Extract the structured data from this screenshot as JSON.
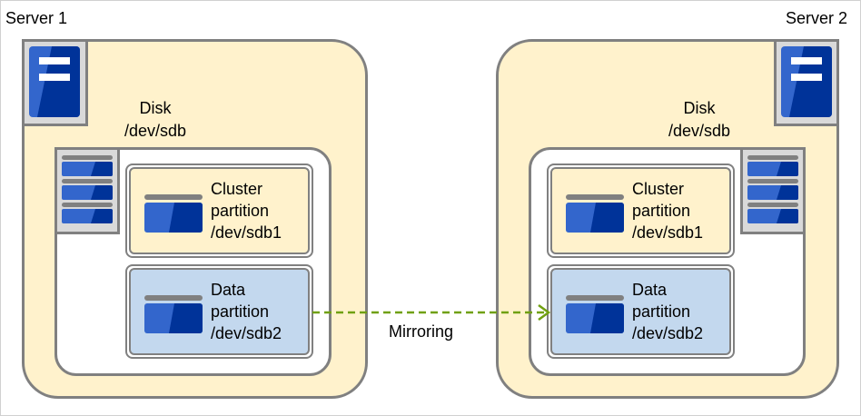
{
  "servers": [
    {
      "label": "Server 1",
      "disk": {
        "label": "Disk",
        "device": "/dev/sdb"
      },
      "cluster": {
        "name": "Cluster",
        "kind": "partition",
        "device": "/dev/sdb1"
      },
      "data": {
        "name": "Data",
        "kind": "partition",
        "device": "/dev/sdb2"
      }
    },
    {
      "label": "Server 2",
      "disk": {
        "label": "Disk",
        "device": "/dev/sdb"
      },
      "cluster": {
        "name": "Cluster",
        "kind": "partition",
        "device": "/dev/sdb1"
      },
      "data": {
        "name": "Data",
        "kind": "partition",
        "device": "/dev/sdb2"
      }
    }
  ],
  "mirror": {
    "label": "Mirroring",
    "color": "#70A010"
  },
  "colors": {
    "server_fill": "#FFF2CC",
    "data_fill": "#C3D8EE",
    "icon_blue": "#3366CC",
    "icon_dark": "#003399"
  }
}
